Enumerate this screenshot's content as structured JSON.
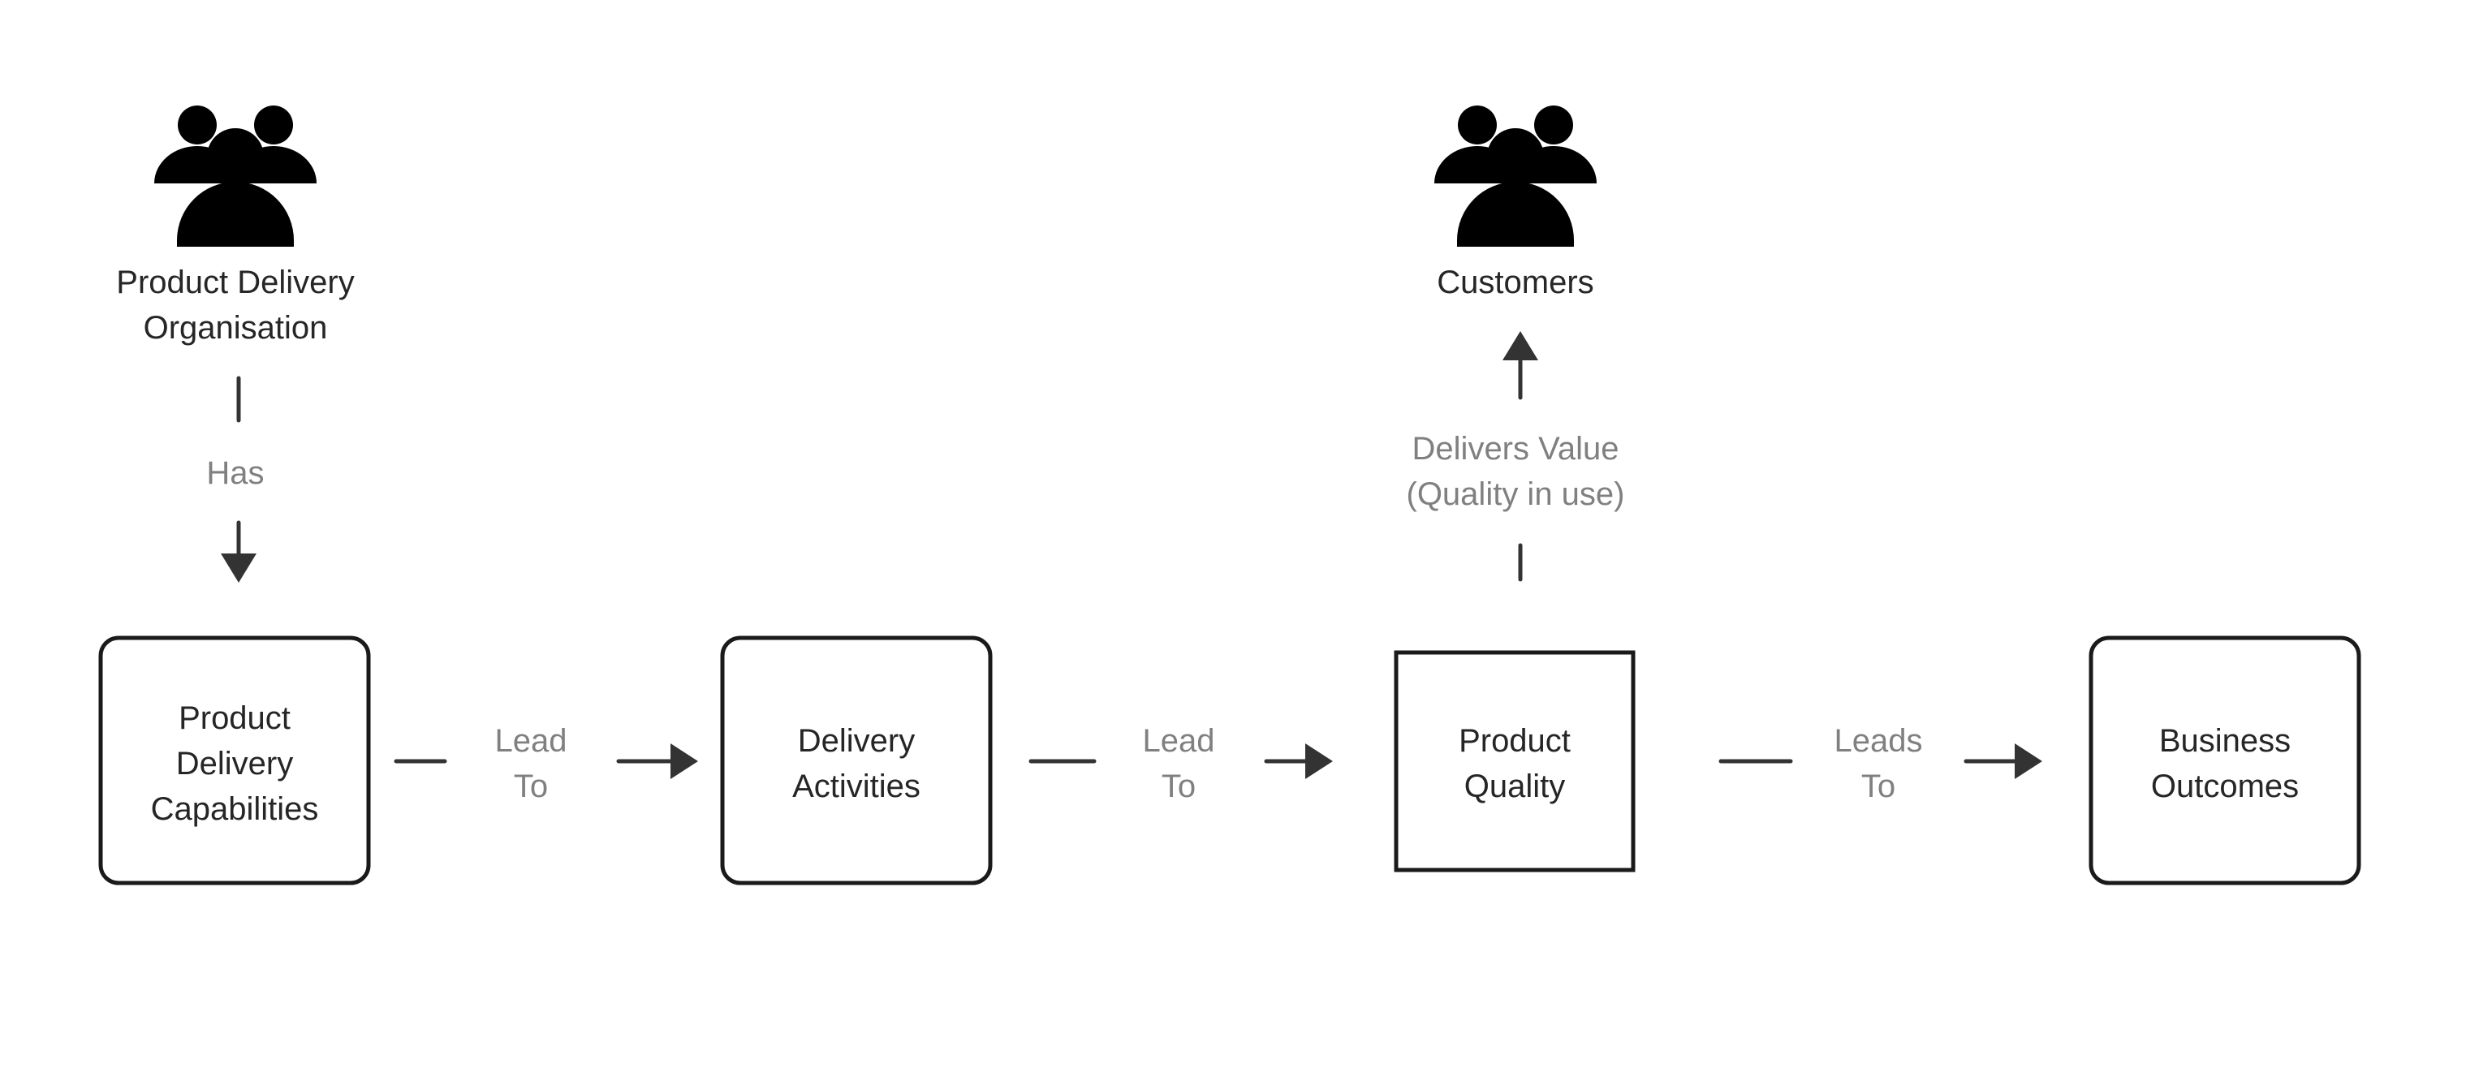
{
  "actors": {
    "organisation": {
      "label_line1": "Product Delivery",
      "label_line2": "Organisation",
      "icon": "people-group-icon"
    },
    "customers": {
      "label": "Customers",
      "icon": "people-group-icon"
    }
  },
  "nodes": {
    "capabilities": {
      "line1": "Product",
      "line2": "Delivery",
      "line3": "Capabilities"
    },
    "activities": {
      "line1": "Delivery",
      "line2": "Activities"
    },
    "quality": {
      "line1": "Product",
      "line2": "Quality"
    },
    "outcomes": {
      "line1": "Business",
      "line2": "Outcomes"
    }
  },
  "edges": {
    "has": {
      "label": "Has"
    },
    "lead_to_1": {
      "line1": "Lead",
      "line2": "To"
    },
    "lead_to_2": {
      "line1": "Lead",
      "line2": "To"
    },
    "leads_to": {
      "line1": "Leads",
      "line2": "To"
    },
    "delivers_value": {
      "line1": "Delivers Value",
      "line2": "(Quality in use)"
    }
  },
  "colors": {
    "box_stroke": "#1a1a1a",
    "node_text": "#262626",
    "edge_text": "#808080",
    "connector": "#333333",
    "icon_stroke": "#1f2937"
  }
}
